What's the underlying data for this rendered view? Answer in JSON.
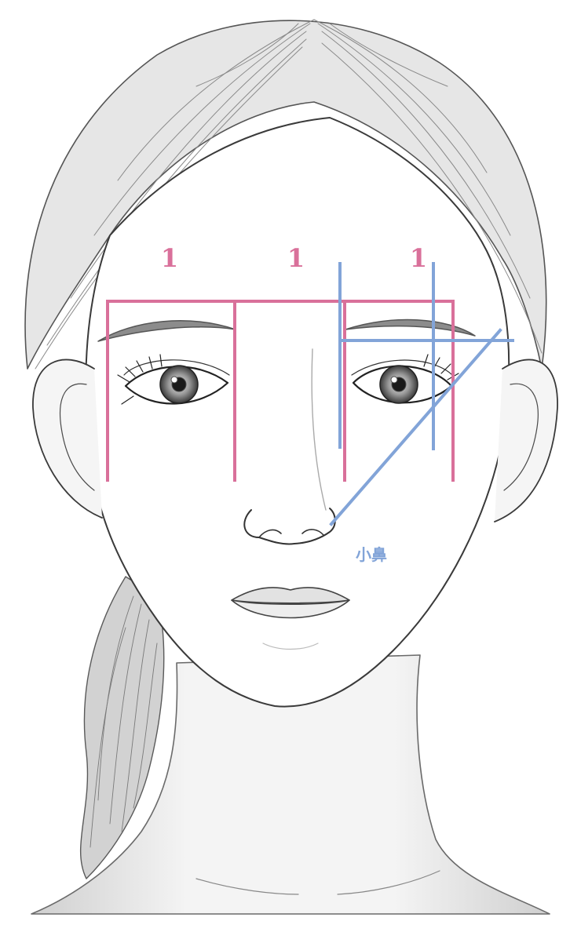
{
  "labels": {
    "ratio_left": "1",
    "ratio_middle": "1",
    "ratio_right": "1",
    "nose_wing": "小鼻"
  },
  "colors": {
    "pink_guide": "#d9709a",
    "blue_guide": "#82a4d8",
    "sketch_line": "#4a4a4a",
    "hair_shade": "#9a9a9a",
    "skin_shade": "#d6d6d6"
  }
}
